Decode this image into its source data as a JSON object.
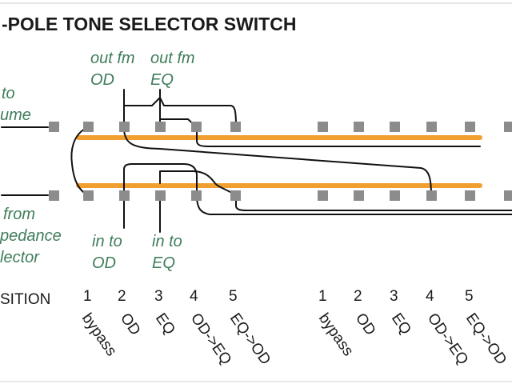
{
  "title": "-POLE TONE SELECTOR SWITCH",
  "labels": {
    "to_volume_line1": "to",
    "to_volume_line2": "ume",
    "from_line1": "from",
    "from_line2": "pedance",
    "from_line3": "lector",
    "out_fm_od_line1": "out fm",
    "out_fm_od_line2": "OD",
    "out_fm_eq_line1": "out fm",
    "out_fm_eq_line2": "EQ",
    "in_to_od_line1": "in to",
    "in_to_od_line2": "OD",
    "in_to_eq_line1": "in to",
    "in_to_eq_line2": "EQ",
    "position_header": "SITION"
  },
  "positions_left": [
    {
      "num": "1",
      "mode": "bypass"
    },
    {
      "num": "2",
      "mode": "OD"
    },
    {
      "num": "3",
      "mode": "EQ"
    },
    {
      "num": "4",
      "mode": "OD->EQ"
    },
    {
      "num": "5",
      "mode": "EQ->OD"
    }
  ],
  "positions_right": [
    {
      "num": "1",
      "mode": "bypass"
    },
    {
      "num": "2",
      "mode": "OD"
    },
    {
      "num": "3",
      "mode": "EQ"
    },
    {
      "num": "4",
      "mode": "OD->EQ"
    },
    {
      "num": "5",
      "mode": "EQ->OD"
    }
  ],
  "colors": {
    "bus": "#f0a030",
    "label_green": "#3f7d5a",
    "pin": "#8c8c8c",
    "wire": "#111111"
  }
}
